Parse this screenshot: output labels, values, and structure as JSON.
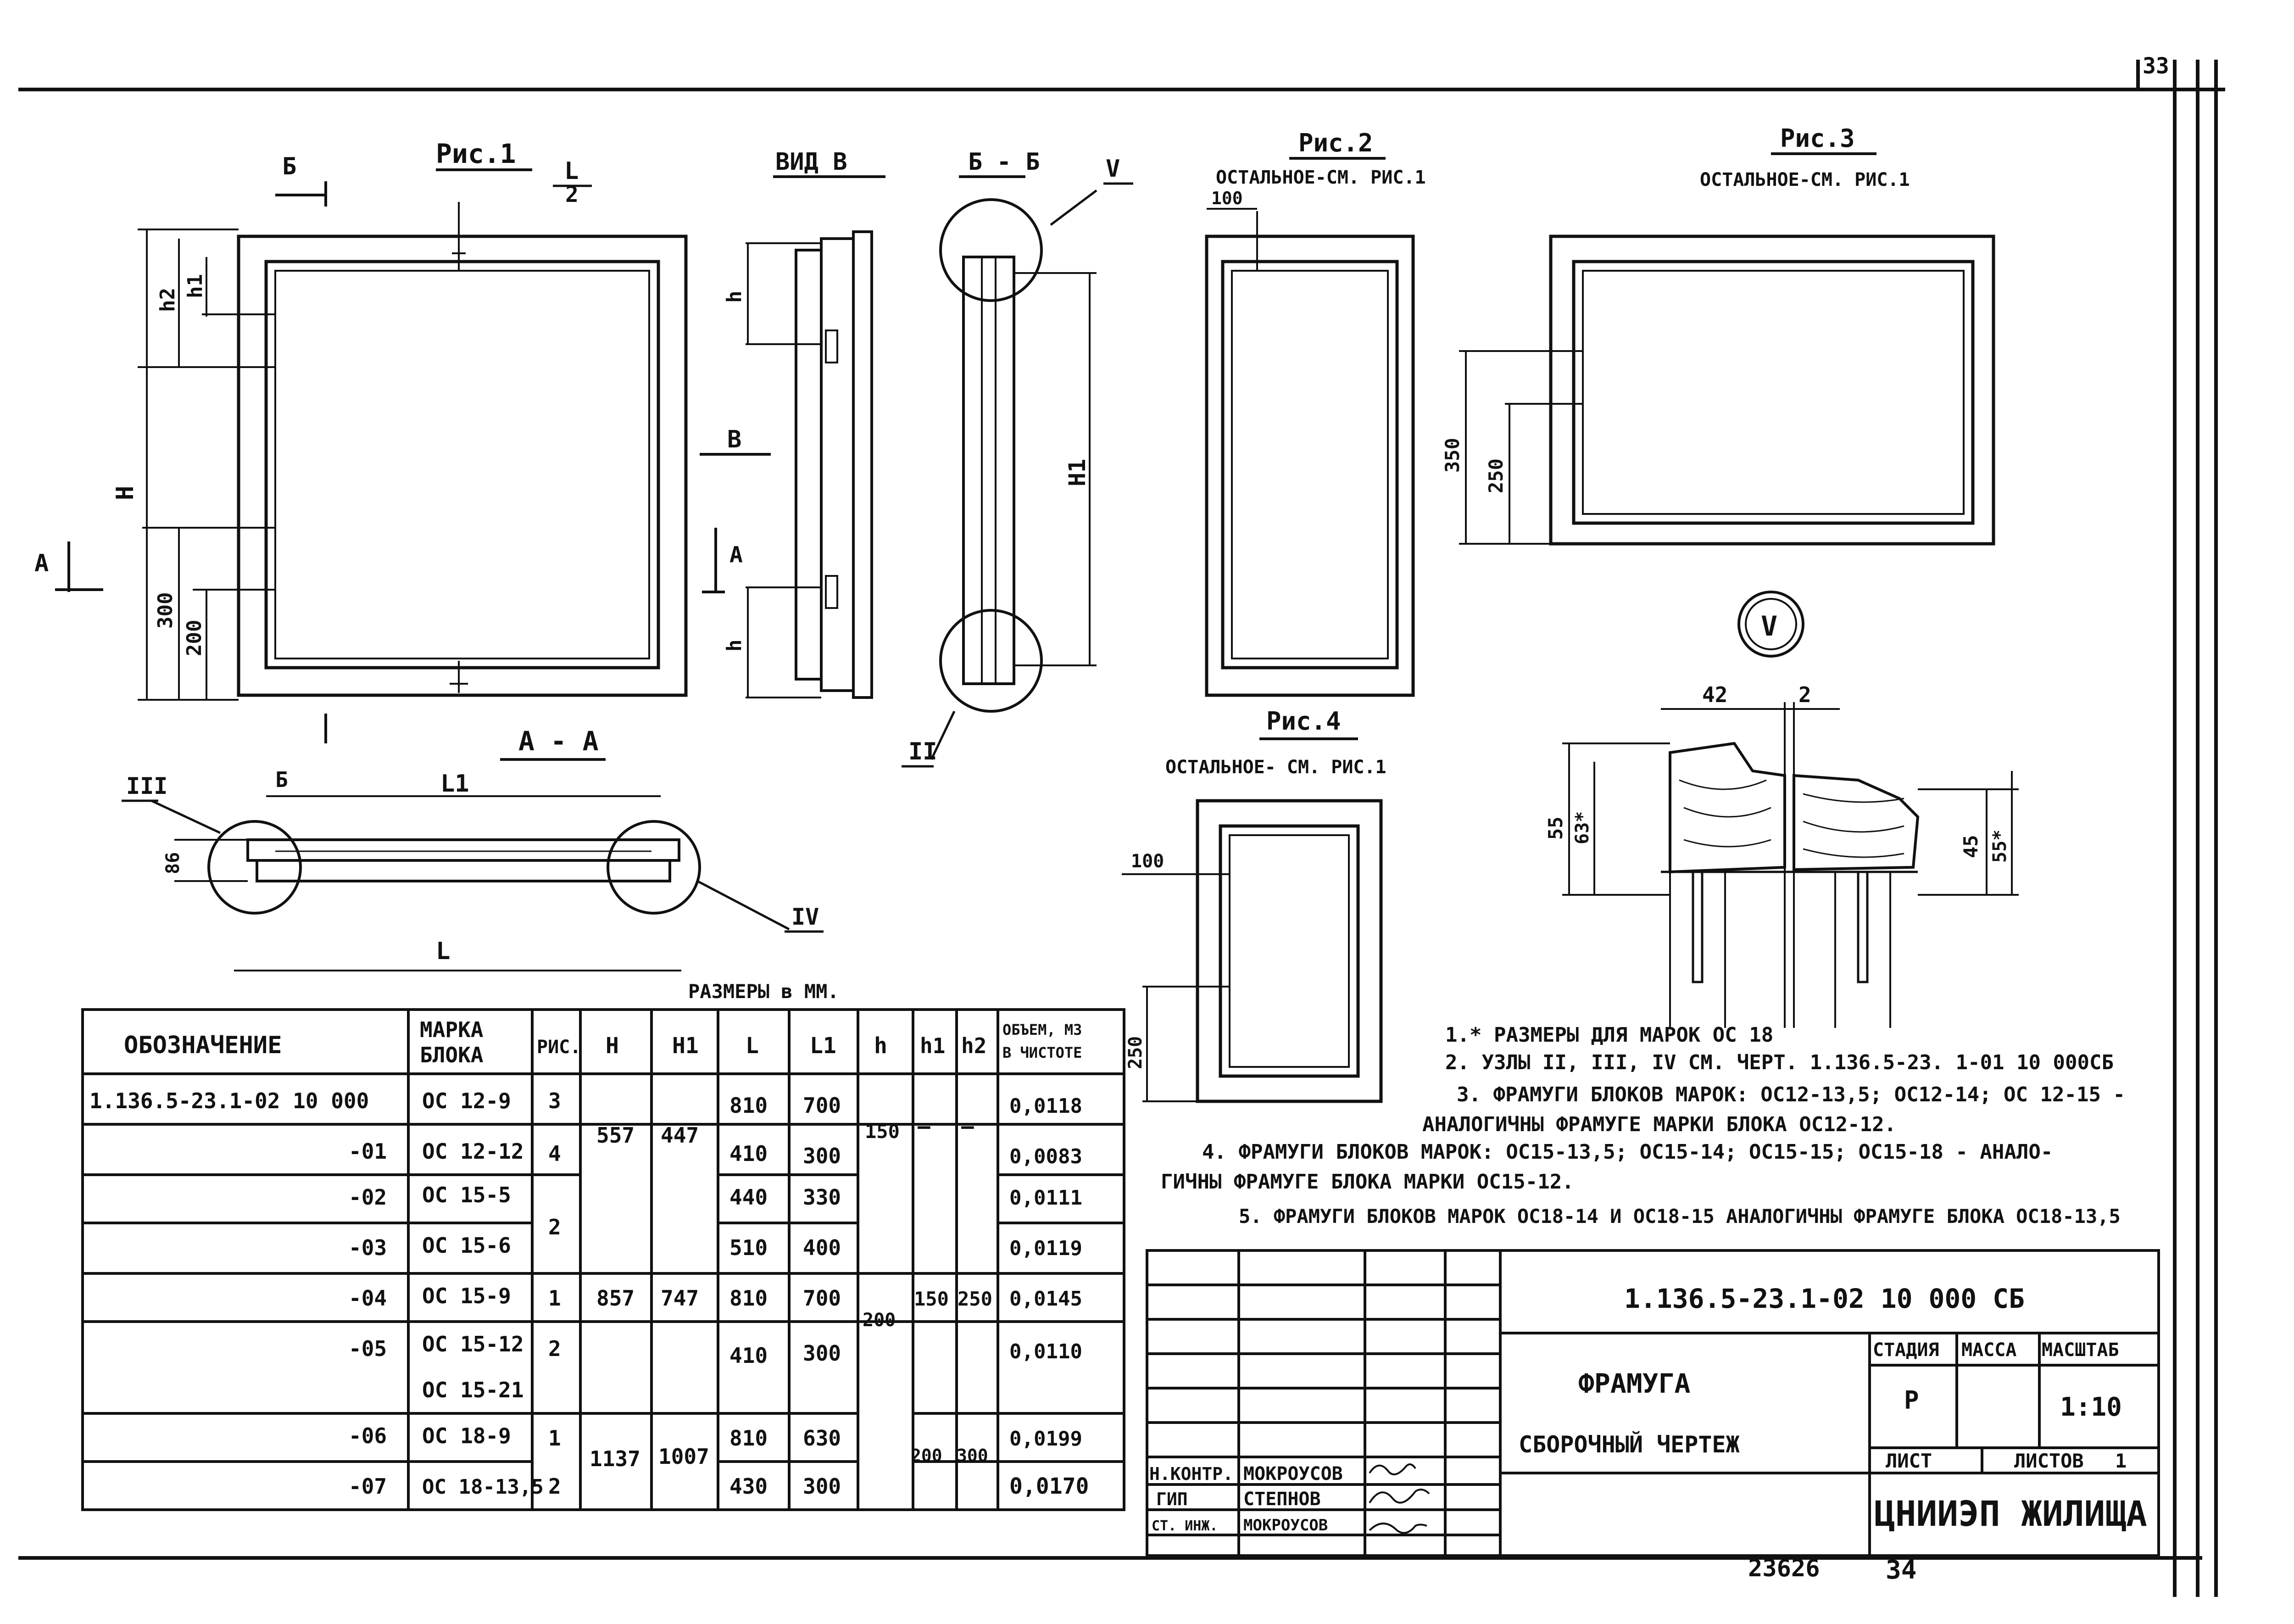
{
  "sheet": {
    "page_top": "33",
    "page_bottom": "34",
    "archive_number": "23626",
    "dimension_note": "РАЗМЕРЫ в ММ."
  },
  "views": {
    "fig1_title": "Рис.1",
    "fig1_L2": "L",
    "fig1_L2_den": "2",
    "fig1_H": "H",
    "fig1_h1": "h1",
    "fig1_h2": "h2",
    "fig1_300": "300",
    "fig1_200": "200",
    "cut_A": "A",
    "cut_B_rus": "Б",
    "view_v_title": "ВИД В",
    "view_v_h": "h",
    "view_v_B": "В",
    "view_v_A": "А",
    "bb_title": "Б - Б",
    "bb_H1": "H1",
    "node_V": "V",
    "node_II": "II",
    "aa_title": "А - А",
    "aa_L1": "L1",
    "aa_L": "L",
    "aa_86": "86",
    "node_III": "III",
    "node_IV": "IV",
    "fig2_title": "Рис.2",
    "fig2_sub": "ОСТАЛЬНОЕ-СМ. РИС.1",
    "fig2_100": "100",
    "fig3_title": "Рис.3",
    "fig3_sub": "ОСТАЛЬНОЕ-СМ. РИС.1",
    "fig3_350": "350",
    "fig3_250": "250",
    "fig4_title": "Рис.4",
    "fig4_sub": "ОСТАЛЬНОЕ- СМ. РИС.1",
    "fig4_100": "100",
    "fig4_250": "250",
    "detail_V": "V",
    "detail_42": "42",
    "detail_2": "2",
    "detail_55": "55",
    "detail_63": "63*",
    "detail_45": "45",
    "detail_55b": "55*"
  },
  "notes": [
    "1.* РАЗМЕРЫ ДЛЯ МАРОК ОС 18",
    "2. УЗЛЫ II, III, IV СМ. ЧЕРТ. 1.136.5-23. 1-01 10 000СБ",
    "3. ФРАМУГИ БЛОКОВ МАРОК: ОС12-13,5; ОС12-14; ОС 12-15 -",
    "АНАЛОГИЧНЫ ФРАМУГЕ МАРКИ БЛОКА ОС12-12.",
    "4. ФРАМУГИ БЛОКОВ МАРОК: ОС15-13,5; ОС15-14; ОС15-15; ОС15-18 - АНАЛО-",
    "ГИЧНЫ ФРАМУГЕ БЛОКА МАРКИ ОС15-12.",
    "5. ФРАМУГИ БЛОКОВ МАРОК ОС18-14 И ОС18-15 АНАЛОГИЧНЫ ФРАМУГЕ БЛОКА ОС18-13,5"
  ],
  "table": {
    "headers": [
      "ОБОЗНАЧЕНИЕ",
      "МАРКА БЛОКА",
      "РИС.",
      "H",
      "H1",
      "L",
      "L1",
      "h",
      "h1",
      "h2",
      "ОБЪЕМ, М3 В ЧИСТОТЕ"
    ],
    "header_marka_1": "МАРКА",
    "header_marka_2": "БЛОКА",
    "header_vol_1": "ОБЪЕМ, М3",
    "header_vol_2": "В ЧИСТОТЕ",
    "rows": [
      {
        "code": "1.136.5-23.1-02 10 000",
        "mark": "ОС 12-9",
        "fig": "3",
        "L": "810",
        "L1": "700",
        "vol": "0,0118"
      },
      {
        "code": "-01",
        "mark": "ОС 12-12",
        "fig": "4",
        "L": "410",
        "L1": "300",
        "vol": "0,0083"
      },
      {
        "code": "-02",
        "mark": "ОС 15-5",
        "fig": "",
        "L": "440",
        "L1": "330",
        "vol": "0,0111"
      },
      {
        "code": "-03",
        "mark": "ОС 15-6",
        "fig": "",
        "L": "510",
        "L1": "400",
        "vol": "0,0119"
      },
      {
        "code": "-04",
        "mark": "ОС 15-9",
        "fig": "1",
        "L": "810",
        "L1": "700",
        "vol": "0,0145"
      },
      {
        "code": "-05",
        "mark": "ОС 15-12",
        "mark2": "ОС 15-21",
        "fig": "2",
        "L": "410",
        "L1": "300",
        "vol": "0,0110"
      },
      {
        "code": "-06",
        "mark": "ОС 18-9",
        "fig": "1",
        "L": "810",
        "L1": "630",
        "vol": "0,0199"
      },
      {
        "code": "-07",
        "mark": "ОС 18-13,5",
        "fig": "2",
        "L": "430",
        "L1": "300",
        "vol": "0,0170"
      }
    ],
    "merged": {
      "fig_02_03": "2",
      "H_a": "557",
      "H1_a": "447",
      "H_b": "857",
      "H1_b": "747",
      "H_c": "1137",
      "H1_c": "1007",
      "h_a": "150",
      "h1_a": "—",
      "h2_a": "—",
      "h_b": "200",
      "h1_b": "150",
      "h2_b": "250",
      "h1_c": "200",
      "h2_c": "300"
    }
  },
  "title_block": {
    "drawing_code": "1.136.5-23.1-02 10 000 СБ",
    "name": "ФРАМУГА",
    "subtitle": "СБОРОЧНЫЙ ЧЕРТЕЖ",
    "stage_label": "СТАДИЯ",
    "mass_label": "МАССА",
    "scale_label": "МАСШТАБ",
    "stage": "Р",
    "scale": "1:10",
    "sheet_label": "ЛИСТ",
    "sheets_label": "ЛИСТОВ",
    "sheets_value": "1",
    "org": "ЦНИИЭП ЖИЛИЩА",
    "staff": [
      {
        "role": "Н.КОНТР.",
        "name": "МОКРОУСОВ"
      },
      {
        "role": "ГИП",
        "name": "СТЕПНОВ"
      },
      {
        "role": "СТ. ИНЖ.",
        "name": "МОКРОУСОВ"
      }
    ]
  }
}
